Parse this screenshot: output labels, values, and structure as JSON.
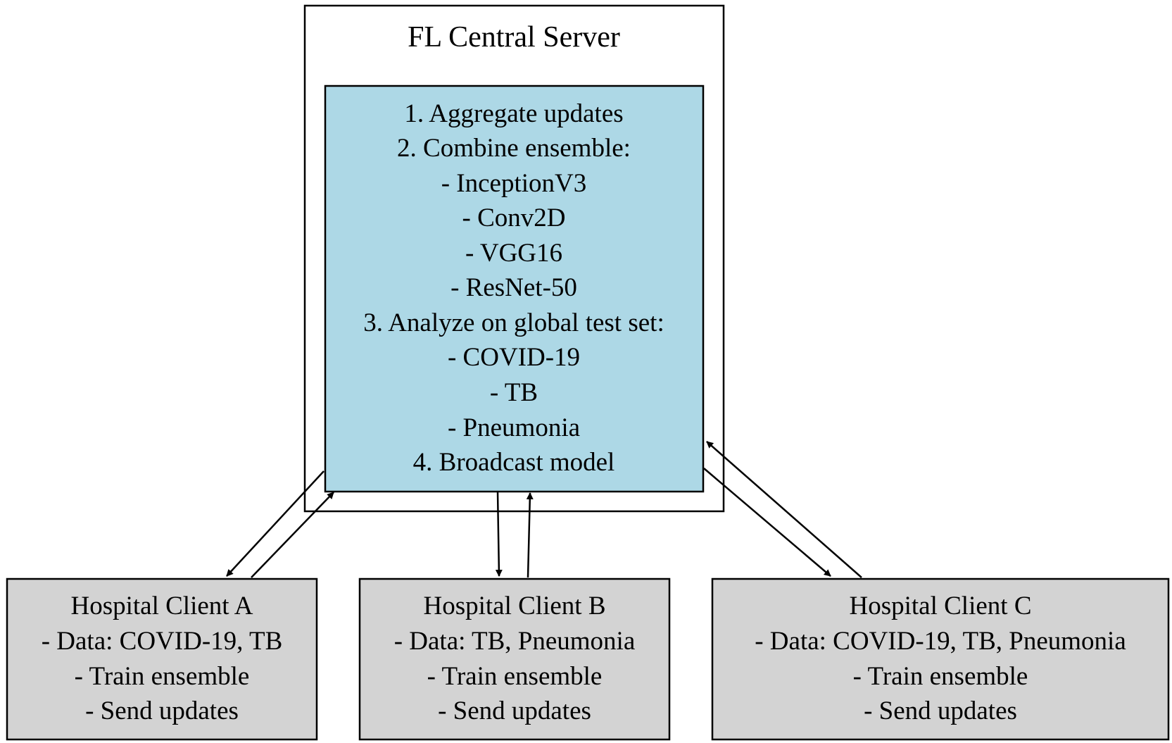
{
  "diagram": {
    "cluster": {
      "label": "FL Central Server"
    },
    "server": {
      "lines": [
        "1. Aggregate updates",
        "2. Combine ensemble:",
        "- InceptionV3",
        "- Conv2D",
        "- VGG16",
        "- ResNet-50",
        "3. Analyze on global test set:",
        "- COVID-19",
        "- TB",
        "- Pneumonia",
        "4. Broadcast model"
      ],
      "fill": "#add8e6"
    },
    "clients": [
      {
        "title": "Hospital Client A",
        "lines": [
          "- Data: COVID-19, TB",
          "- Train ensemble",
          "- Send updates"
        ]
      },
      {
        "title": "Hospital Client B",
        "lines": [
          "- Data: TB, Pneumonia",
          "- Train ensemble",
          "- Send updates"
        ]
      },
      {
        "title": "Hospital Client C",
        "lines": [
          "- Data: COVID-19, TB, Pneumonia",
          "- Train ensemble",
          "- Send updates"
        ]
      }
    ],
    "client_fill": "#d3d3d3",
    "edge_color": "#000000"
  }
}
